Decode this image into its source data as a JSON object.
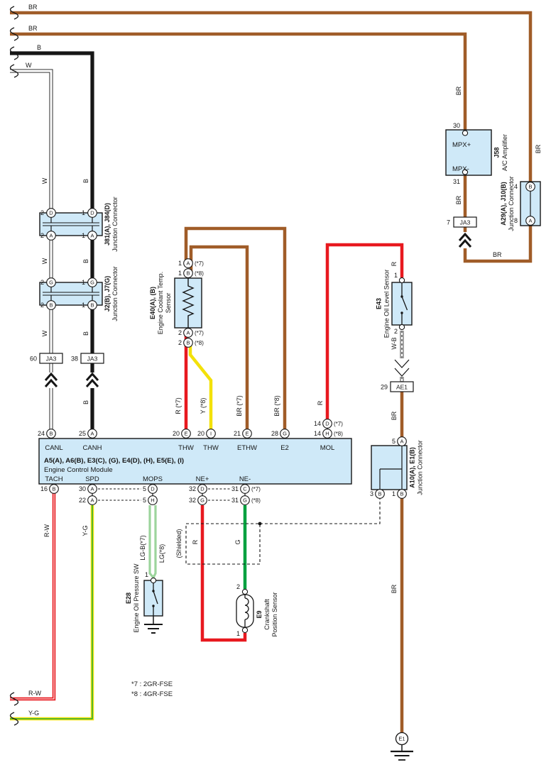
{
  "colors": {
    "brown": "#a05c28",
    "red": "#e8191f",
    "yellow": "#f3e10a",
    "green": "#00a13f",
    "light_green": "#9cd49c",
    "black": "#161616",
    "white": "#ffffff",
    "component_fill": "#cfe9f8"
  },
  "top": {
    "br1": "BR",
    "br2": "BR",
    "b": "B",
    "w": "W"
  },
  "j58": {
    "code": "J58",
    "name": "A/C Amplifier",
    "pin_top": "30",
    "pin_bottom": "31",
    "mpx_plus": "MPX+",
    "mpx_minus": "MPX-",
    "wire_top": "BR",
    "wire_bottom": "BR"
  },
  "ja3_7": {
    "num": "7",
    "label": "JA3"
  },
  "a29": {
    "code": "A29(A), J10(B)",
    "name": "Junction Connector",
    "pin_top_num": "4",
    "pin_top_letter": "B",
    "pin_bottom_num": "8",
    "pin_bottom_letter": "A",
    "wire_right": "BR",
    "wire_bottom": "BR"
  },
  "j81": {
    "code": "J81(A), J84(D)",
    "name": "Junction Connector",
    "tl_num": "2",
    "tl_letter": "D",
    "tr_num": "1",
    "tr_letter": "D",
    "bl_num": "2",
    "bl_letter": "A",
    "br_num": "1",
    "br_letter": "A"
  },
  "j2": {
    "code": "J2(B), J7(G)",
    "name": "Junction Connector",
    "tl_num": "2",
    "tl_letter": "G",
    "tr_num": "1",
    "tr_letter": "G",
    "bl_num": "2",
    "bl_letter": "B",
    "br_num": "1",
    "br_letter": "B"
  },
  "left_labels": {
    "w1": "W",
    "w2": "W",
    "w3": "W",
    "b1": "B",
    "b2": "B",
    "b3": "B",
    "b4": "B"
  },
  "ja3_60": {
    "num": "60",
    "label": "JA3"
  },
  "ja3_38": {
    "num": "38",
    "label": "JA3"
  },
  "e40": {
    "code": "E40(A), (B)",
    "name1": "Engine Coolant Temp.",
    "name2": "Sensor",
    "p1a_num": "1",
    "p1a_letter": "A",
    "p1a_var": "(*7)",
    "p1b_num": "1",
    "p1b_letter": "B",
    "p1b_var": "(*8)",
    "p2a_num": "2",
    "p2a_letter": "A",
    "p2a_var": "(*7)",
    "p2b_num": "2",
    "p2b_letter": "B",
    "p2b_var": "(*8)"
  },
  "center_labels": {
    "r7": "R (*7)",
    "y8": "Y (*8)",
    "br7": "BR (*7)",
    "br8": "BR (*8)",
    "r_mol": "R",
    "r_e43": "R"
  },
  "e43": {
    "code": "E43",
    "name": "Engine Oil Level Sensor",
    "pin_top": "1",
    "pin_bottom": "2",
    "wire_down": "W-B"
  },
  "ae1": {
    "num": "29",
    "label": "AE1",
    "wire_down": "BR"
  },
  "a10": {
    "code": "A10(A), E1(B)",
    "name": "Junction Connector",
    "pin_top_num": "5",
    "pin_top_letter": "A",
    "pin_bl_num": "3",
    "pin_bl_letter": "B",
    "pin_br_num": "1",
    "pin_br_letter": "B",
    "wire_down": "BR"
  },
  "ecm": {
    "title": "A5(A), A6(B), E3(C), (G), E4(D), (H), E5(E), (I)",
    "subtitle": "Engine Control Module",
    "canl": "CANL",
    "canh": "CANH",
    "thw1": "THW",
    "thw2": "THW",
    "ethw": "ETHW",
    "e2": "E2",
    "mol": "MOL",
    "tach": "TACH",
    "spd": "SPD",
    "mops": "MOPS",
    "ne_plus": "NE+",
    "ne_minus": "NE-",
    "p24": "24",
    "p24l": "B",
    "p25": "25",
    "p25l": "A",
    "p20e": "20",
    "p20el": "E",
    "p20i": "20",
    "p20il": "I",
    "p21": "21",
    "p21l": "E",
    "p28": "28",
    "p28l": "G",
    "p14a": "14",
    "p14al": "D",
    "p14av": "(*7)",
    "p14b": "14",
    "p14bl": "H",
    "p14bv": "(*8)",
    "p16": "16",
    "p16l": "B",
    "p30": "30",
    "p30l": "A",
    "p22": "22",
    "p22l": "A",
    "p5a": "5",
    "p5al": "D",
    "p5b": "5",
    "p5bl": "H",
    "p32a": "32",
    "p32al": "D",
    "p32b": "32",
    "p32bl": "G",
    "p31a": "31",
    "p31al": "C",
    "p31av": "(*7)",
    "p31b": "31",
    "p31bl": "G",
    "p31bv": "(*8)"
  },
  "bottom_labels": {
    "rw": "R-W",
    "yg": "Y-G",
    "rw_end": "R-W",
    "yg_end": "Y-G",
    "lgb": "LG-B(*7)",
    "lg": "LG(*8)",
    "r": "R",
    "g": "G",
    "shielded": "(Shielded)"
  },
  "e28": {
    "code": "E28",
    "name": "Engine Oil Pressure SW",
    "pin": "1"
  },
  "e9": {
    "code": "E9",
    "name1": "Crankshaft",
    "name2": "Position Sensor",
    "pin_top": "2",
    "pin_bottom": "1"
  },
  "e1": {
    "label": "E1"
  },
  "notes": {
    "n7": "*7 : 2GR-FSE",
    "n8": "*8 : 4GR-FSE"
  }
}
